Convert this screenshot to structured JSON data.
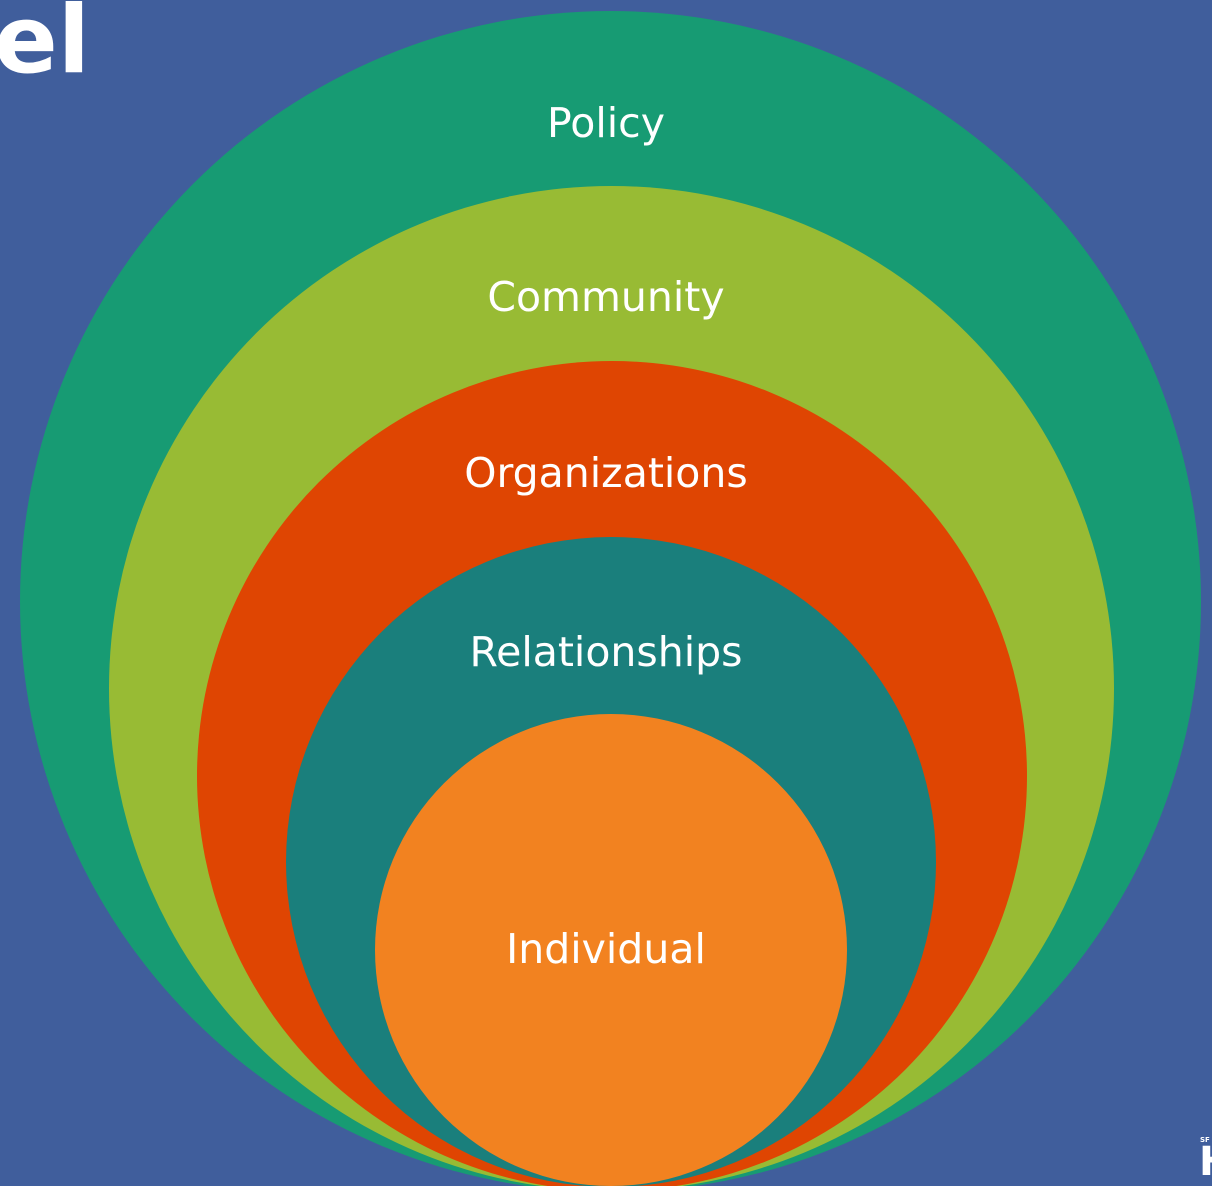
{
  "slide": {
    "title_fragment": "el",
    "background": "#405e9c"
  },
  "diagram": {
    "type": "nested-circles",
    "layers": [
      {
        "id": "policy",
        "label": "Policy",
        "color": "#179b73"
      },
      {
        "id": "community",
        "label": "Community",
        "color": "#98bb34"
      },
      {
        "id": "organizations",
        "label": "Organizations",
        "color": "#df4502"
      },
      {
        "id": "relationships",
        "label": "Relationships",
        "color": "#1a7f7c"
      },
      {
        "id": "individual",
        "label": "Individual",
        "color": "#f28220"
      }
    ]
  },
  "logo": {
    "small_text": "SF",
    "big_text": "H"
  }
}
